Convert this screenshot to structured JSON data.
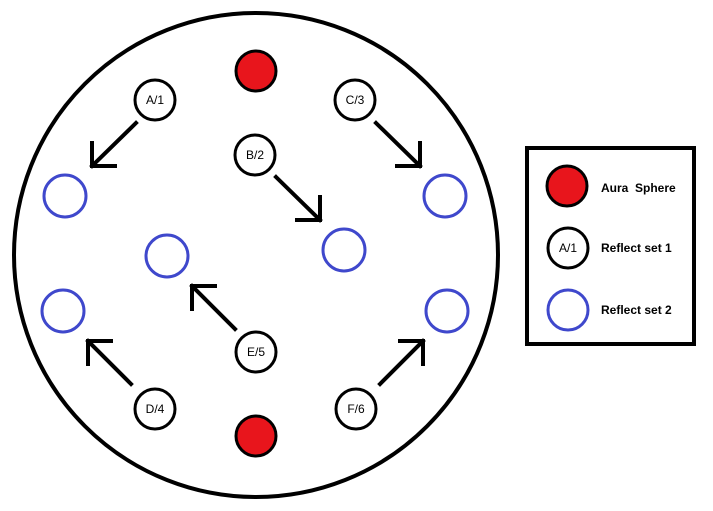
{
  "arena": {
    "markers": [
      {
        "id": "a1",
        "label": "A/1"
      },
      {
        "id": "b2",
        "label": "B/2"
      },
      {
        "id": "c3",
        "label": "C/3"
      },
      {
        "id": "d4",
        "label": "D/4"
      },
      {
        "id": "e5",
        "label": "E/5"
      },
      {
        "id": "f6",
        "label": "F/6"
      }
    ],
    "colors": {
      "aura_sphere": "#e8151c",
      "reflect_set_2": "#3f48cc",
      "outline": "#000000"
    }
  },
  "legend": {
    "aura_sphere_label": "Aura  Sphere",
    "reflect_set_1_label": "Reflect set 1",
    "reflect_set_1_marker": "A/1",
    "reflect_set_2_label": "Reflect set 2"
  }
}
